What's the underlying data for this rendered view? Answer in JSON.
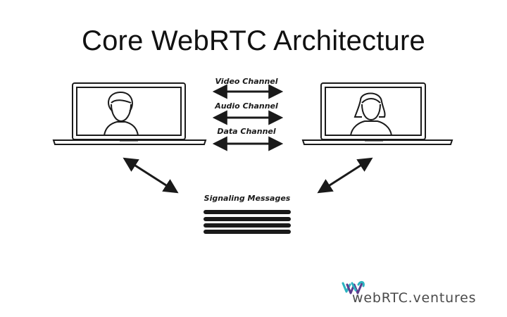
{
  "title": "Core WebRTC Architecture",
  "channels": [
    {
      "label": "Video Channel"
    },
    {
      "label": "Audio Channel"
    },
    {
      "label": "Data Channel"
    }
  ],
  "signaling": {
    "label": "Signaling Messages"
  },
  "logo": {
    "text": "webRTC.ventures"
  },
  "colors": {
    "stroke": "#1a1a1a",
    "logo_purple": "#5b3c8c",
    "logo_teal": "#2bb3c0",
    "logo_text": "#4a4a4a"
  },
  "icons": {
    "left_laptop": "laptop-man-icon",
    "right_laptop": "laptop-woman-icon",
    "signaling_stack": "message-stack-icon",
    "logo_mark": "webrtc-ventures-logo-mark"
  }
}
